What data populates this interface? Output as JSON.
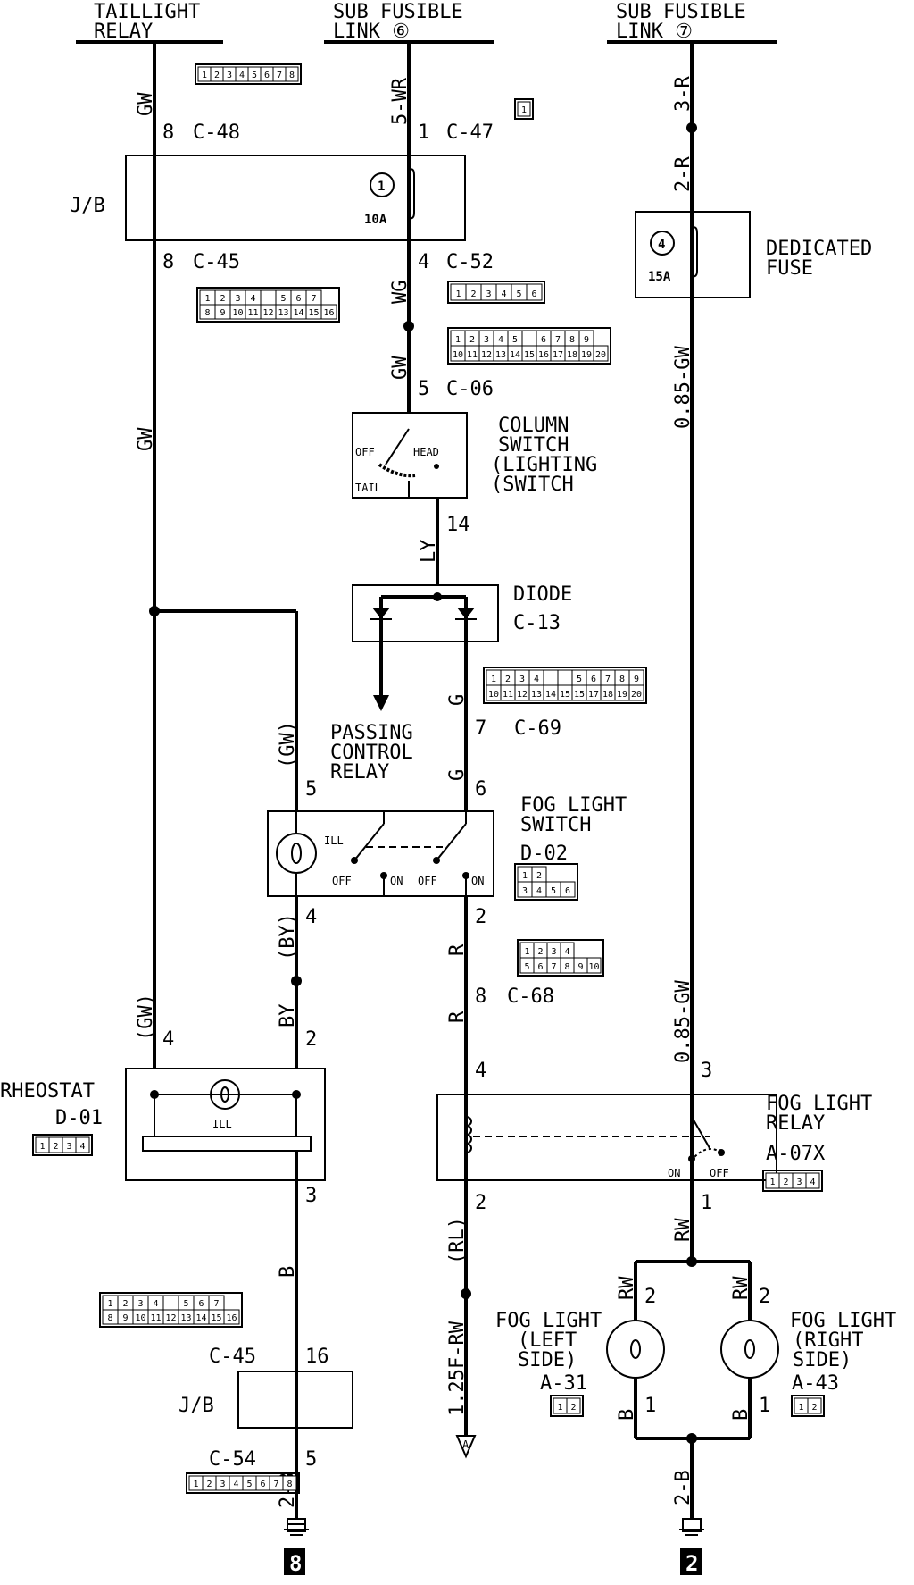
{
  "sources": {
    "taillight_relay": "TAILLIGHT\nRELAY",
    "sub_fusible_6": "SUB FUSIBLE\nLINK ⑥",
    "sub_fusible_7": "SUB FUSIBLE\nLINK ⑦"
  },
  "components": {
    "jb_top": "J/B",
    "jb_bottom": "J/B",
    "fuse1_num": "1",
    "fuse1_rating": "10A",
    "fuse4_num": "4",
    "fuse4_rating": "15A",
    "dedicated_fuse": "DEDICATED\nFUSE",
    "column_switch": "COLUMN\nSWITCH\n(LIGHTING\n(SWITCH",
    "col_off": "OFF",
    "col_head": "HEAD",
    "col_tail": "TAIL",
    "diode": "DIODE",
    "diode_conn": "C-13",
    "passing_relay": "PASSING\nCONTROL\nRELAY",
    "fog_switch": "FOG LIGHT\nSWITCH",
    "fog_switch_conn": "D-02",
    "ill": "ILL",
    "sw_off1": "OFF",
    "sw_on1": "ON",
    "sw_off2": "OFF",
    "sw_on2": "ON",
    "rheostat": "RHEOSTAT",
    "rheostat_conn": "D-01",
    "rheo_ill": "ILL",
    "fog_relay": "FOG LIGHT\nRELAY",
    "fog_relay_conn": "A-07X",
    "relay_on": "ON",
    "relay_off": "OFF",
    "fog_left": "FOG LIGHT\n(LEFT\nSIDE)",
    "fog_left_conn": "A-31",
    "fog_right": "FOG LIGHT\n(RIGHT\nSIDE)",
    "fog_right_conn": "A-43"
  },
  "connectors": {
    "c48": "C-48",
    "c47": "C-47",
    "c45a": "C-45",
    "c52": "C-52",
    "c06": "C-06",
    "c69": "C-69",
    "c68": "C-68",
    "c45b": "C-45",
    "c54": "C-54"
  },
  "pins": {
    "p8a": "8",
    "p1a": "1",
    "p8b": "8",
    "p4a": "4",
    "p5a": "5",
    "p14": "14",
    "p7": "7",
    "p5b": "5",
    "p6": "6",
    "p4b": "4",
    "p2a": "2",
    "p8c": "8",
    "p4c": "4",
    "p2b": "2",
    "p4d": "4",
    "p3a": "3",
    "p3b": "3",
    "p2c": "2",
    "p1b": "1",
    "p16": "16",
    "p5c": "5",
    "p2l": "2",
    "p1l": "1",
    "p2r": "2",
    "p1r": "1"
  },
  "wires": {
    "gw1": "GW",
    "wr5": "5-WR",
    "r3": "3-R",
    "r2": "2-R",
    "wg": "WG",
    "gw2": "GW",
    "gw3": "GW",
    "gw085a": "0.85-GW",
    "ly": "LY",
    "g1": "G",
    "g2": "G",
    "gw_p": "(GW)",
    "by_p": "(BY)",
    "r1": "R",
    "r2b": "R",
    "by": "BY",
    "gw_p2": "(GW)",
    "gw085b": "0.85-GW",
    "b1": "B",
    "rl_p": "(RL)",
    "rw1": "RW",
    "rw2": "RW",
    "rw3": "RW",
    "bl": "B",
    "br": "B",
    "f125": "1.25F-RW",
    "b2a": "2-B",
    "b2b": "2-B"
  },
  "connector_pins": {
    "c48": [
      "1",
      "2",
      "3",
      "4",
      "5",
      "6",
      "7",
      "8"
    ],
    "c45_top": [
      "1",
      "2",
      "3",
      "4",
      "",
      "5",
      "6",
      "7"
    ],
    "c45_bot": [
      "8",
      "9",
      "10",
      "11",
      "12",
      "13",
      "14",
      "15",
      "16"
    ],
    "c52": [
      "1",
      "2",
      "3",
      "4",
      "5",
      "6"
    ],
    "c06_top": [
      "1",
      "2",
      "3",
      "4",
      "5",
      "",
      "6",
      "7",
      "8",
      "9"
    ],
    "c06_bot": [
      "10",
      "11",
      "12",
      "13",
      "14",
      "15",
      "16",
      "17",
      "18",
      "19",
      "20"
    ],
    "c69_top": [
      "1",
      "2",
      "3",
      "4",
      "",
      "",
      "5",
      "6",
      "7",
      "8",
      "9"
    ],
    "c69_bot": [
      "10",
      "11",
      "12",
      "13",
      "14",
      "15",
      "15",
      "17",
      "18",
      "19",
      "20"
    ],
    "d02_top": [
      "1",
      "2"
    ],
    "d02_bot": [
      "3",
      "4",
      "5",
      "6"
    ],
    "c68_top": [
      "1",
      "2",
      "3",
      "4"
    ],
    "c68_bot": [
      "5",
      "6",
      "7",
      "8",
      "9",
      "10"
    ],
    "d01": [
      "1",
      "2",
      "3",
      "4"
    ],
    "a07x": [
      "1",
      "2",
      "3",
      "4"
    ],
    "c47": [
      "1"
    ],
    "a31": [
      "1",
      "2"
    ],
    "a43": [
      "1",
      "2"
    ],
    "c45c_top": [
      "1",
      "2",
      "3",
      "4",
      "",
      "5",
      "6",
      "7"
    ],
    "c45c_bot": [
      "8",
      "9",
      "10",
      "11",
      "12",
      "13",
      "14",
      "15",
      "16"
    ],
    "c54": [
      "1",
      "2",
      "3",
      "4",
      "5",
      "6",
      "7",
      "8"
    ]
  },
  "markers": {
    "a": "A",
    "ground_8": "8",
    "ground_2": "2"
  }
}
